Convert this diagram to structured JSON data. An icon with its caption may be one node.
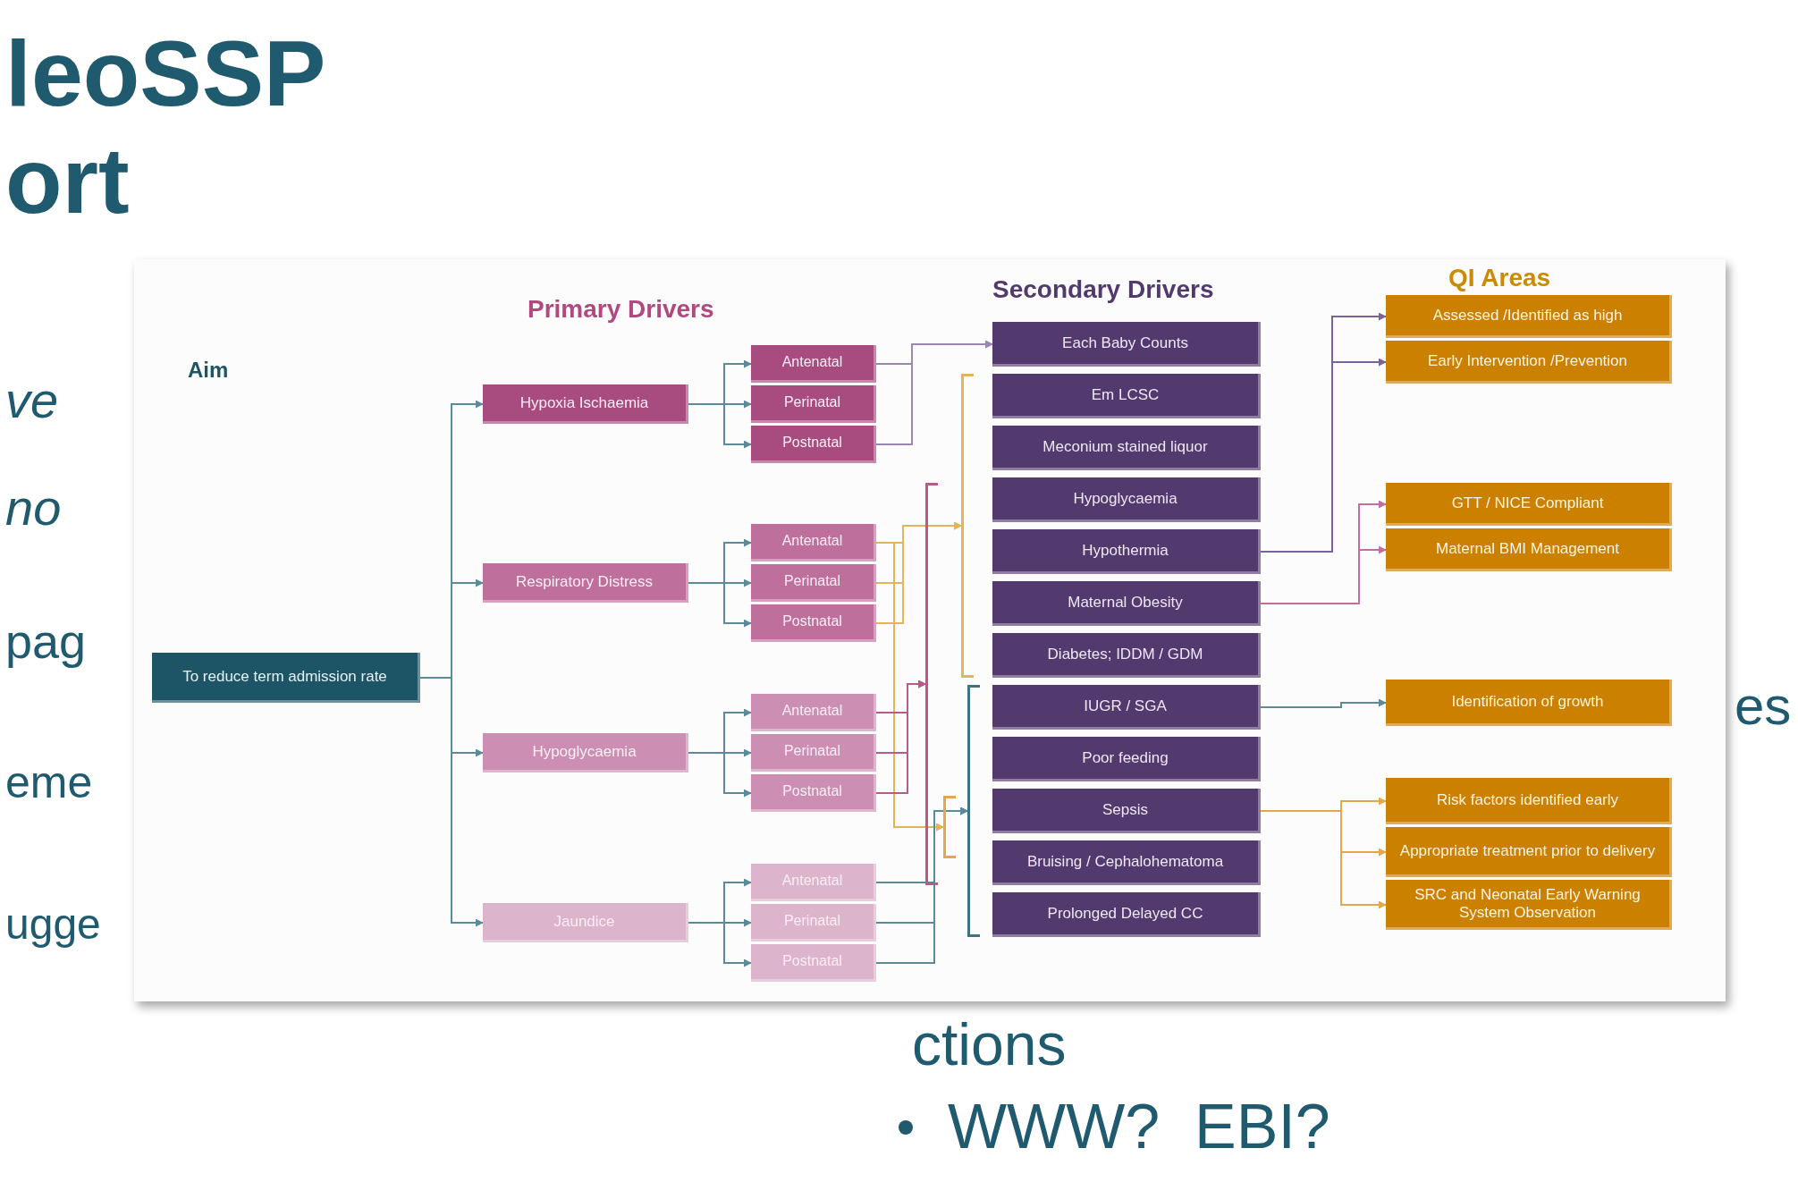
{
  "diagram": {
    "nodes": [
      {
        "text": [
          "To reduce term admission rate"
        ]
      },
      {
        "text": [
          "Hypoxia Ischaemia"
        ]
      },
      {
        "text": [
          "Respiratory Distress"
        ]
      },
      {
        "text": [
          "Hypoglycaemia"
        ]
      },
      {
        "text": [
          "Jaundice"
        ]
      },
      {
        "text": [
          "Antenatal"
        ]
      },
      {
        "text": [
          "Perinatal"
        ]
      },
      {
        "text": [
          "Postnatal"
        ]
      },
      {
        "text": [
          "Antenatal"
        ]
      },
      {
        "text": [
          "Perinatal"
        ]
      },
      {
        "text": [
          "Postnatal"
        ]
      },
      {
        "text": [
          "Antenatal"
        ]
      },
      {
        "text": [
          "Perinatal"
        ]
      },
      {
        "text": [
          "Postnatal"
        ]
      },
      {
        "text": [
          "Antenatal"
        ]
      },
      {
        "text": [
          "Perinatal"
        ]
      },
      {
        "text": [
          "Postnatal"
        ]
      },
      {
        "text": [
          "Each Baby Counts"
        ]
      },
      {
        "text": [
          "Em LCSC"
        ]
      },
      {
        "text": [
          "Meconium stained liquor"
        ]
      },
      {
        "text": [
          "Hypoglycaemia"
        ]
      },
      {
        "text": [
          "Hypothermia"
        ]
      },
      {
        "text": [
          "Maternal Obesity"
        ]
      },
      {
        "text": [
          "Diabetes; IDDM / GDM"
        ]
      },
      {
        "text": [
          "IUGR / SGA"
        ]
      },
      {
        "text": [
          "Poor feeding"
        ]
      },
      {
        "text": [
          "Sepsis"
        ]
      },
      {
        "text": [
          "Bruising / Cephalohematoma"
        ]
      },
      {
        "text": [
          "Prolonged Delayed CC"
        ]
      },
      {
        "text": [
          "Assessed /Identified  as high"
        ]
      },
      {
        "text": [
          "Early Intervention  /Prevention"
        ]
      },
      {
        "text": [
          "GTT / NICE Compliant"
        ]
      },
      {
        "text": [
          "Maternal BMI Management"
        ]
      },
      {
        "text": [
          "Identification of growth"
        ]
      },
      {
        "text": [
          "Risk factors identified early"
        ]
      },
      {
        "text": [
          "Appropriate treatment prior to delivery"
        ]
      },
      {
        "text": [
          "SRC and Neonatal Early Warning System Observation"
        ]
      },
      {
        "text": [],
        "shape": "bracket"
      },
      {
        "text": [],
        "shape": "bracket"
      },
      {
        "text": [],
        "shape": "bracket"
      },
      {
        "text": [],
        "shape": "bracket"
      }
    ],
    "edges": [
      {
        "from": 0,
        "to": 1,
        "arrow": "to"
      },
      {
        "from": 0,
        "to": 2,
        "arrow": "to"
      },
      {
        "from": 0,
        "to": 3,
        "arrow": "to"
      },
      {
        "from": 0,
        "to": 4,
        "arrow": "to"
      },
      {
        "from": 1,
        "to": 5,
        "arrow": "to"
      },
      {
        "from": 1,
        "to": 6,
        "arrow": "to"
      },
      {
        "from": 1,
        "to": 7,
        "arrow": "to"
      },
      {
        "from": 2,
        "to": 8,
        "arrow": "to"
      },
      {
        "from": 2,
        "to": 9,
        "arrow": "to"
      },
      {
        "from": 2,
        "to": 10,
        "arrow": "to"
      },
      {
        "from": 3,
        "to": 11,
        "arrow": "to"
      },
      {
        "from": 3,
        "to": 12,
        "arrow": "to"
      },
      {
        "from": 3,
        "to": 13,
        "arrow": "to"
      },
      {
        "from": 4,
        "to": 14,
        "arrow": "to"
      },
      {
        "from": 4,
        "to": 15,
        "arrow": "to"
      },
      {
        "from": 4,
        "to": 16,
        "arrow": "to"
      },
      {
        "from": 5,
        "to": 17,
        "arrow": "to",
        "color": "#9a88b2"
      },
      {
        "from": 7,
        "to": 17,
        "arrow": "to",
        "color": "#9a88b2"
      },
      {
        "from": 8,
        "to": 37,
        "arrow": "to",
        "color": "#e3b55a"
      },
      {
        "from": 9,
        "to": 37,
        "arrow": "to",
        "color": "#e3b55a"
      },
      {
        "from": 10,
        "to": 37,
        "arrow": "to",
        "color": "#e3b55a"
      },
      {
        "from": 8,
        "to": 39,
        "arrow": "to",
        "color": "#e3b55a"
      },
      {
        "from": 9,
        "to": 39,
        "arrow": "to",
        "color": "#e3b55a"
      },
      {
        "from": 10,
        "to": 39,
        "arrow": "to",
        "color": "#e3b55a"
      },
      {
        "from": 11,
        "to": 38,
        "arrow": "to",
        "color": "#b85a8c"
      },
      {
        "from": 12,
        "to": 38,
        "arrow": "to",
        "color": "#b85a8c"
      },
      {
        "from": 13,
        "to": 38,
        "arrow": "to",
        "color": "#b85a8c"
      },
      {
        "from": 14,
        "to": 40,
        "arrow": "to"
      },
      {
        "from": 15,
        "to": 40,
        "arrow": "to"
      },
      {
        "from": 16,
        "to": 40,
        "arrow": "to"
      },
      {
        "from": 21,
        "to": 29,
        "arrow": "to",
        "color": "#7a6496"
      },
      {
        "from": 21,
        "to": 30,
        "arrow": "to",
        "color": "#7a6496"
      },
      {
        "from": 22,
        "to": 31,
        "arrow": "to",
        "color": "#c46ea0"
      },
      {
        "from": 22,
        "to": 32,
        "arrow": "to",
        "color": "#c46ea0"
      },
      {
        "from": 24,
        "to": 33,
        "arrow": "to"
      },
      {
        "from": 26,
        "to": 34,
        "arrow": "to",
        "color": "#e3a84a"
      },
      {
        "from": 26,
        "to": 35,
        "arrow": "to",
        "color": "#e3a84a"
      },
      {
        "from": 26,
        "to": 36,
        "arrow": "to",
        "color": "#e3a84a"
      }
    ],
    "labels": [
      "leoSSP",
      "ort",
      "Aim",
      "Primary Drivers",
      "Secondary Drivers",
      "QI Areas",
      "ve",
      "no",
      "pag",
      "eme",
      "ugge",
      "es",
      "ctions",
      "WWW?  EBI?"
    ]
  }
}
